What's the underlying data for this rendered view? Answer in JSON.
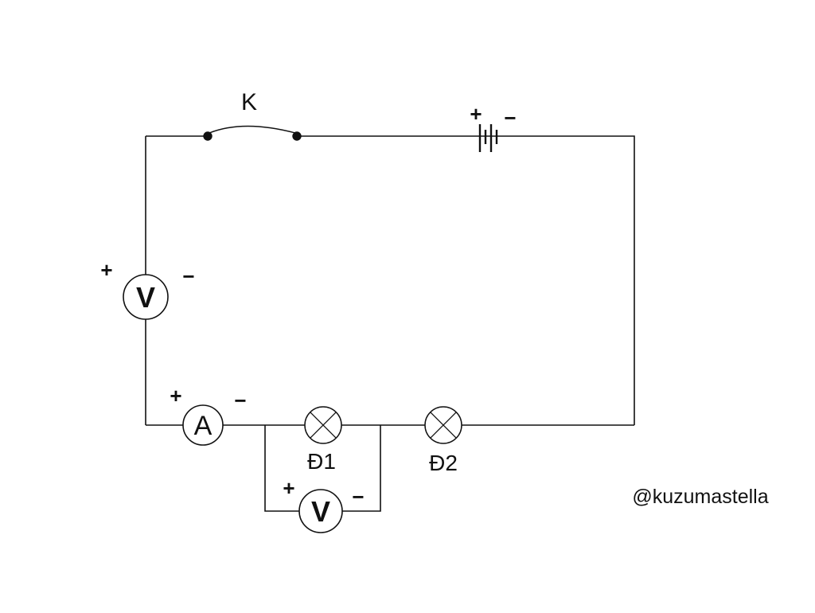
{
  "colors": {
    "line": "#111111",
    "background": "#ffffff"
  },
  "watermark": {
    "text": "@kuzumastella"
  },
  "components": {
    "switch": {
      "label": "K"
    },
    "battery": {
      "plus": "+",
      "minus": "−"
    },
    "voltmeter_main": {
      "letter": "V",
      "plus": "+",
      "minus": "−"
    },
    "ammeter": {
      "letter": "A",
      "plus": "+",
      "minus": "−"
    },
    "lamp_d1": {
      "label": "Đ1"
    },
    "lamp_d2": {
      "label": "Đ2"
    },
    "voltmeter_lamp1": {
      "letter": "V",
      "plus": "+",
      "minus": "−"
    }
  }
}
